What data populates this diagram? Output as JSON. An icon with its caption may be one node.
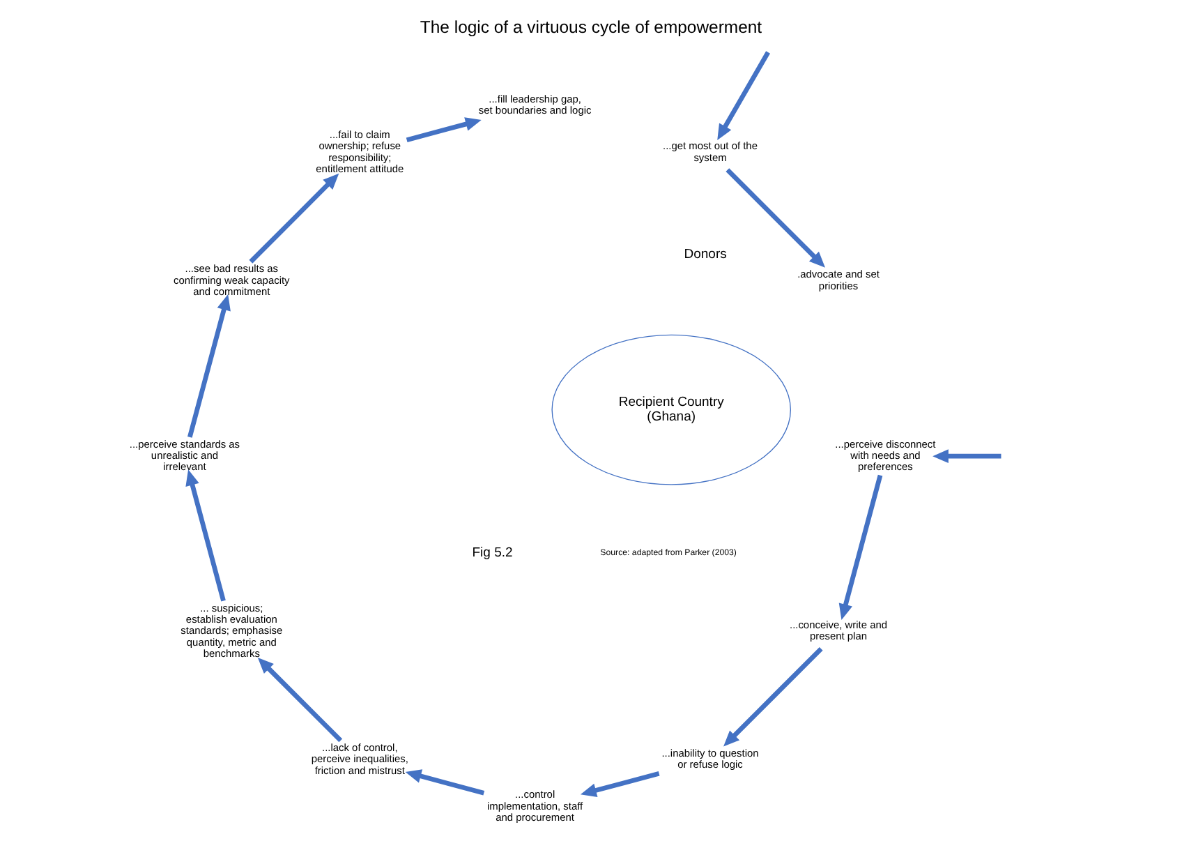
{
  "diagram": {
    "title": "The logic of a virtuous cycle of empowerment",
    "caption": "Source: adapted from Parker (2003)",
    "nodes": [
      {
        "text": [
          "...see bad results as confirming weak capacity and commitment"
        ]
      },
      {
        "text": [
          "...fail to claim ownership; refuse responsibility; entitlement attitude"
        ]
      },
      {
        "text": [
          "...fill leadership gap, set boundaries and logic"
        ]
      },
      {
        "text": [
          "...get most out of the system"
        ]
      },
      {
        "text": [
          ".advocate and set priorities"
        ]
      },
      {
        "text": [
          "...perceive disconnect with needs and preferences"
        ]
      },
      {
        "text": [
          "...conceive, write and present plan"
        ]
      },
      {
        "text": [
          "...inability to question or refuse logic"
        ]
      },
      {
        "text": [
          "...control implementation, staff and procurement"
        ]
      },
      {
        "text": [
          "...lack of control, perceive inequalities, friction and mistrust"
        ]
      },
      {
        "text": [
          "... suspicious; establish evaluation standards; emphasise quantity, metric and benchmarks"
        ]
      },
      {
        "text": [
          "...perceive standards as unrealistic and irrelevant"
        ]
      },
      {
        "text": [
          "Recipient Country (Ghana)"
        ]
      }
    ],
    "edges": [
      {
        "from": 0,
        "to": 1,
        "arrow": "to"
      },
      {
        "from": 1,
        "to": 2,
        "arrow": "to"
      },
      {
        "from": null,
        "to": 3,
        "arrow": "to"
      },
      {
        "from": 3,
        "to": 4,
        "arrow": "to"
      },
      {
        "from": null,
        "to": 5,
        "arrow": "to"
      },
      {
        "from": 5,
        "to": 6,
        "arrow": "to"
      },
      {
        "from": 6,
        "to": 7,
        "arrow": "to"
      },
      {
        "from": 7,
        "to": 8,
        "arrow": "to"
      },
      {
        "from": 8,
        "to": 9,
        "arrow": "to"
      },
      {
        "from": 9,
        "to": 10,
        "arrow": "to"
      },
      {
        "from": 10,
        "to": 11,
        "arrow": "to"
      },
      {
        "from": 11,
        "to": 0,
        "arrow": "to"
      }
    ],
    "labels": [
      "Fig 5.2",
      "Donors"
    ]
  }
}
